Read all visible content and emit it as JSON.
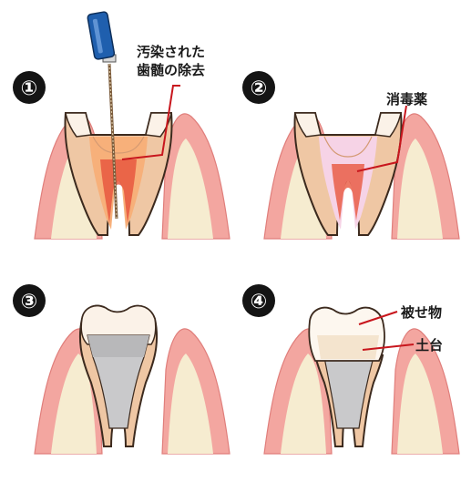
{
  "panels": [
    {
      "number": "①",
      "labels": [
        "汚染された",
        "歯髄の除去"
      ]
    },
    {
      "number": "②",
      "labels": [
        "消毒薬"
      ]
    },
    {
      "number": "③",
      "labels": []
    },
    {
      "number": "④",
      "labels": [
        "被せ物",
        "土台"
      ]
    }
  ],
  "colors": {
    "gum": "#f3a6a0",
    "gum_edge": "#e07e7b",
    "bone": "#f6ecd0",
    "dentin": "#efc7a4",
    "enamel": "#fbf2e8",
    "pulp": "#e8583f",
    "pulp_glow": "#f7b07a",
    "outline": "#3c2a1e",
    "disinfectant": "#f6d3e6",
    "filling": "#c9c9cb",
    "crown": "#fdf7ef",
    "core": "#f2e1c8",
    "leader": "#c8161d",
    "file_handle": "#1f5fae",
    "number_badge": "#141414"
  }
}
